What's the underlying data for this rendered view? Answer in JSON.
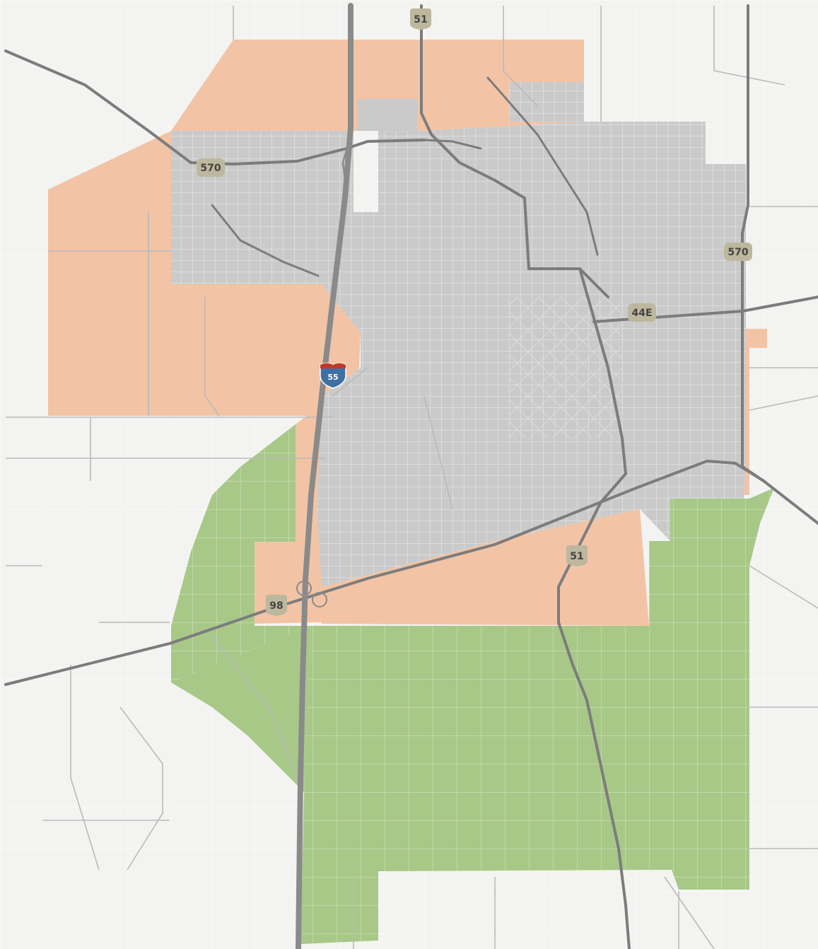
{
  "map": {
    "colors": {
      "background": "#f3f4f2",
      "zone_gray": "#cacaca",
      "zone_orange": "#f2c4a5",
      "zone_green": "#a8c888",
      "road_major": "#7c7c7c",
      "road_minor": "#b9b9b9",
      "street_light": "#ffffff",
      "shield_fill": "#bdb79e",
      "interstate_blue": "#3f6fa3",
      "interstate_red": "#c0392b"
    },
    "highway_labels": {
      "us51_north": "51",
      "us51_south": "51",
      "hwy570_west": "570",
      "hwy570_east": "570",
      "hwy44e": "44E",
      "us98": "98",
      "i55": "55"
    }
  }
}
